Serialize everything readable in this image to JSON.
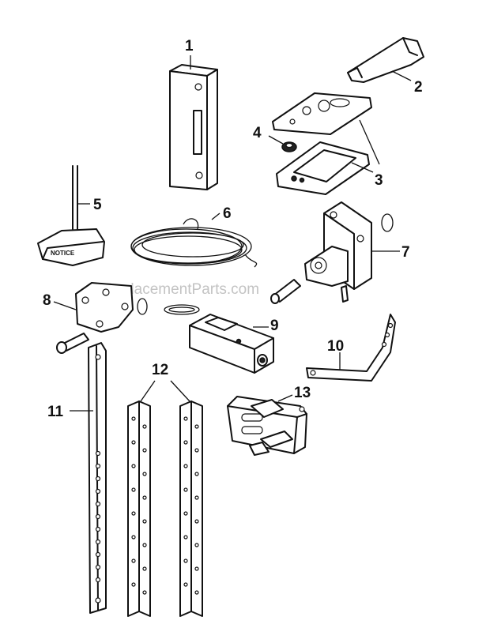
{
  "diagram": {
    "watermark": "eReplacementParts.com",
    "notice_label": "NOTICE",
    "callouts": {
      "c1": "1",
      "c2": "2",
      "c3": "3",
      "c4": "4",
      "c5": "5",
      "c6": "6",
      "c7": "7",
      "c8": "8",
      "c9": "9",
      "c10": "10",
      "c11": "11",
      "c12": "12",
      "c13": "13"
    }
  }
}
